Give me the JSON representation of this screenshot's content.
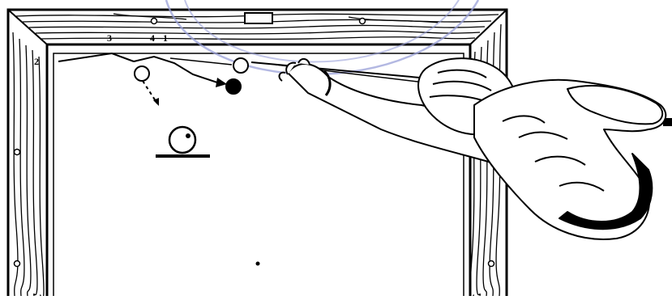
{
  "illustration": {
    "labels": {
      "rail_point_1": "1",
      "rail_point_2": "2",
      "rail_point_3": "3",
      "rail_point_4": "4"
    },
    "colors": {
      "ink": "#000000",
      "paper": "#ffffff",
      "watermark": "#9aa0d8"
    }
  }
}
